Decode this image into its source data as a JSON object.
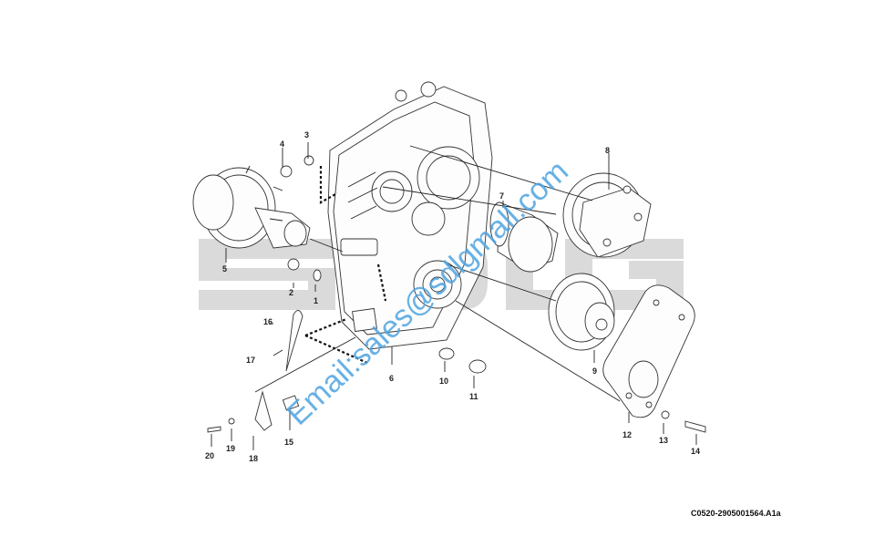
{
  "watermark": {
    "brand_letters": "SDLG",
    "email_text": "Email:sales@sdlgmall.com",
    "colors": {
      "brand_gray": "#d9d9d9",
      "email_blue": "#4da3e0"
    }
  },
  "figure_id": "C0520-2905001564.A1a",
  "callouts": [
    "1",
    "2",
    "3",
    "4",
    "5",
    "6",
    "7",
    "8",
    "9",
    "10",
    "11",
    "12",
    "13",
    "14",
    "15",
    "16",
    "17",
    "18",
    "19",
    "20"
  ]
}
